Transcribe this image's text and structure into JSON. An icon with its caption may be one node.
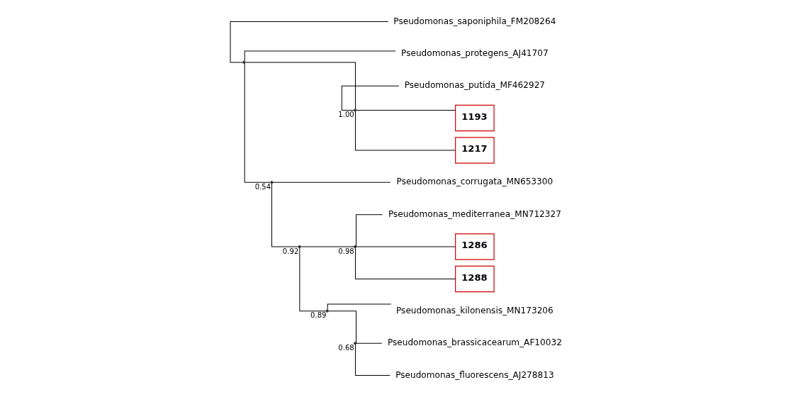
{
  "diagram": {
    "nodes": [
      {
        "text": [],
        "shape": "point"
      },
      {
        "text": [
          "Pseudomonas_saponiphila_FM208264"
        ]
      },
      {
        "text": [
          "Pseudomonas_protegens_AJ41707"
        ]
      },
      {
        "text": [],
        "shape": "point",
        "beside": [
          "1.00"
        ]
      },
      {
        "text": [
          "Pseudomonas_putida_MF462927"
        ]
      },
      {
        "text": [
          "1193"
        ]
      },
      {
        "text": [
          "1217"
        ]
      },
      {
        "text": [],
        "shape": "point",
        "beside": [
          "0.54"
        ]
      },
      {
        "text": [
          "Pseudomonas_corrugata_MN653300"
        ]
      },
      {
        "text": [],
        "shape": "point",
        "beside": [
          "0.92"
        ]
      },
      {
        "text": [],
        "shape": "point",
        "beside": [
          "0.98"
        ]
      },
      {
        "text": [
          "Pseudomonas_mediterranea_MN712327"
        ]
      },
      {
        "text": [
          "1286"
        ]
      },
      {
        "text": [
          "1288"
        ]
      },
      {
        "text": [],
        "shape": "point",
        "beside": [
          "0.89"
        ]
      },
      {
        "text": [
          "Pseudomonas_kilonensis_MN173206"
        ]
      },
      {
        "text": [],
        "shape": "point",
        "beside": [
          "0.68"
        ]
      },
      {
        "text": [
          "Pseudomonas_brassicacearum_AF10032"
        ]
      },
      {
        "text": [
          "Pseudomonas_fluorescens_AJ278813"
        ]
      }
    ],
    "edges": [
      {
        "from": 0,
        "to": 1,
        "arrow": "none"
      },
      {
        "from": 0,
        "to": 2,
        "arrow": "none"
      },
      {
        "from": 0,
        "to": 3,
        "arrow": "none"
      },
      {
        "from": 3,
        "to": 4,
        "arrow": "none"
      },
      {
        "from": 3,
        "to": 5,
        "arrow": "none"
      },
      {
        "from": 3,
        "to": 6,
        "arrow": "none"
      },
      {
        "from": 0,
        "to": 7,
        "arrow": "none"
      },
      {
        "from": 7,
        "to": 8,
        "arrow": "none"
      },
      {
        "from": 7,
        "to": 9,
        "arrow": "none"
      },
      {
        "from": 9,
        "to": 10,
        "arrow": "none"
      },
      {
        "from": 10,
        "to": 11,
        "arrow": "none"
      },
      {
        "from": 10,
        "to": 12,
        "arrow": "none"
      },
      {
        "from": 10,
        "to": 13,
        "arrow": "none"
      },
      {
        "from": 9,
        "to": 14,
        "arrow": "none"
      },
      {
        "from": 14,
        "to": 15,
        "arrow": "none"
      },
      {
        "from": 14,
        "to": 16,
        "arrow": "none"
      },
      {
        "from": 16,
        "to": 17,
        "arrow": "none"
      },
      {
        "from": 16,
        "to": 18,
        "arrow": "none"
      }
    ]
  }
}
